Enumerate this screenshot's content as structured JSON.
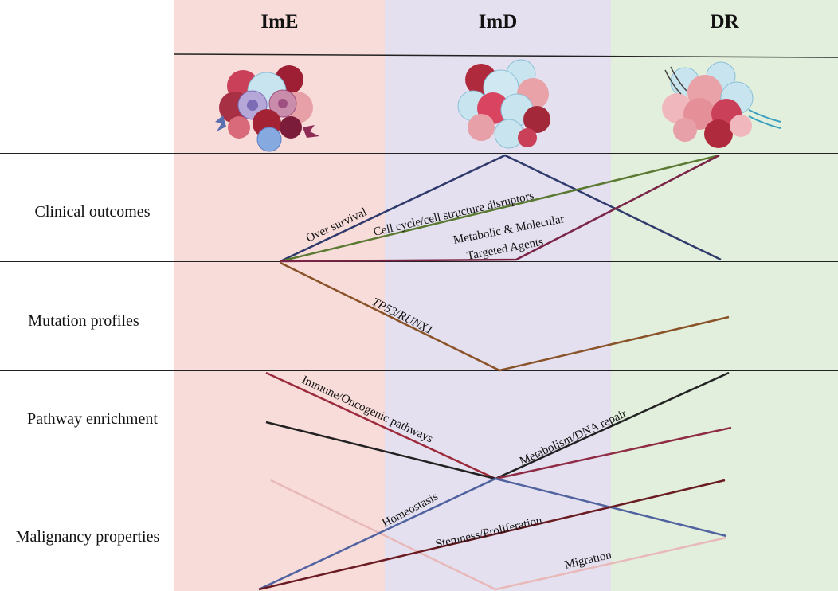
{
  "columns": [
    {
      "name": "ImE",
      "color": "#f8dcda"
    },
    {
      "name": "ImD",
      "color": "#e5e0ef"
    },
    {
      "name": "DR",
      "color": "#e2efdc"
    }
  ],
  "rows": [
    {
      "label": "Clinical outcomes"
    },
    {
      "label": "Mutation profiles"
    },
    {
      "label": "Pathway enrichment"
    },
    {
      "label": "Malignancy properties"
    }
  ],
  "line_labels": {
    "over_survival": "Over survival",
    "cell_cycle": "Cell cycle/cell structure disruptors",
    "metabolic_1": "Metabolic & Molecular",
    "metabolic_2": "Targeted Agents",
    "tp53_a": "TP53",
    "tp53_sep": "/",
    "tp53_b": "RUNX1",
    "immune": "Immune/Oncogenic pathways",
    "metabolism": "Metabolism/DNA repair",
    "homeostasis": "Homeostasis",
    "stemness": "Stemness/Proliferation",
    "migration": "Migration"
  },
  "line_colors": {
    "navy": "#2e3a6b",
    "green": "#5a7a32",
    "plum": "#7a2447",
    "brown": "#8a5228",
    "crimson": "#9b2a3a",
    "black": "#222222",
    "rose": "#8e2c45",
    "blue": "#5063a0",
    "maroon": "#6a1c22",
    "pink": "#e8b9b8"
  },
  "cluster_icons": [
    "ImE-tumor-cluster",
    "ImD-tumor-cluster",
    "DR-tumor-cluster"
  ]
}
